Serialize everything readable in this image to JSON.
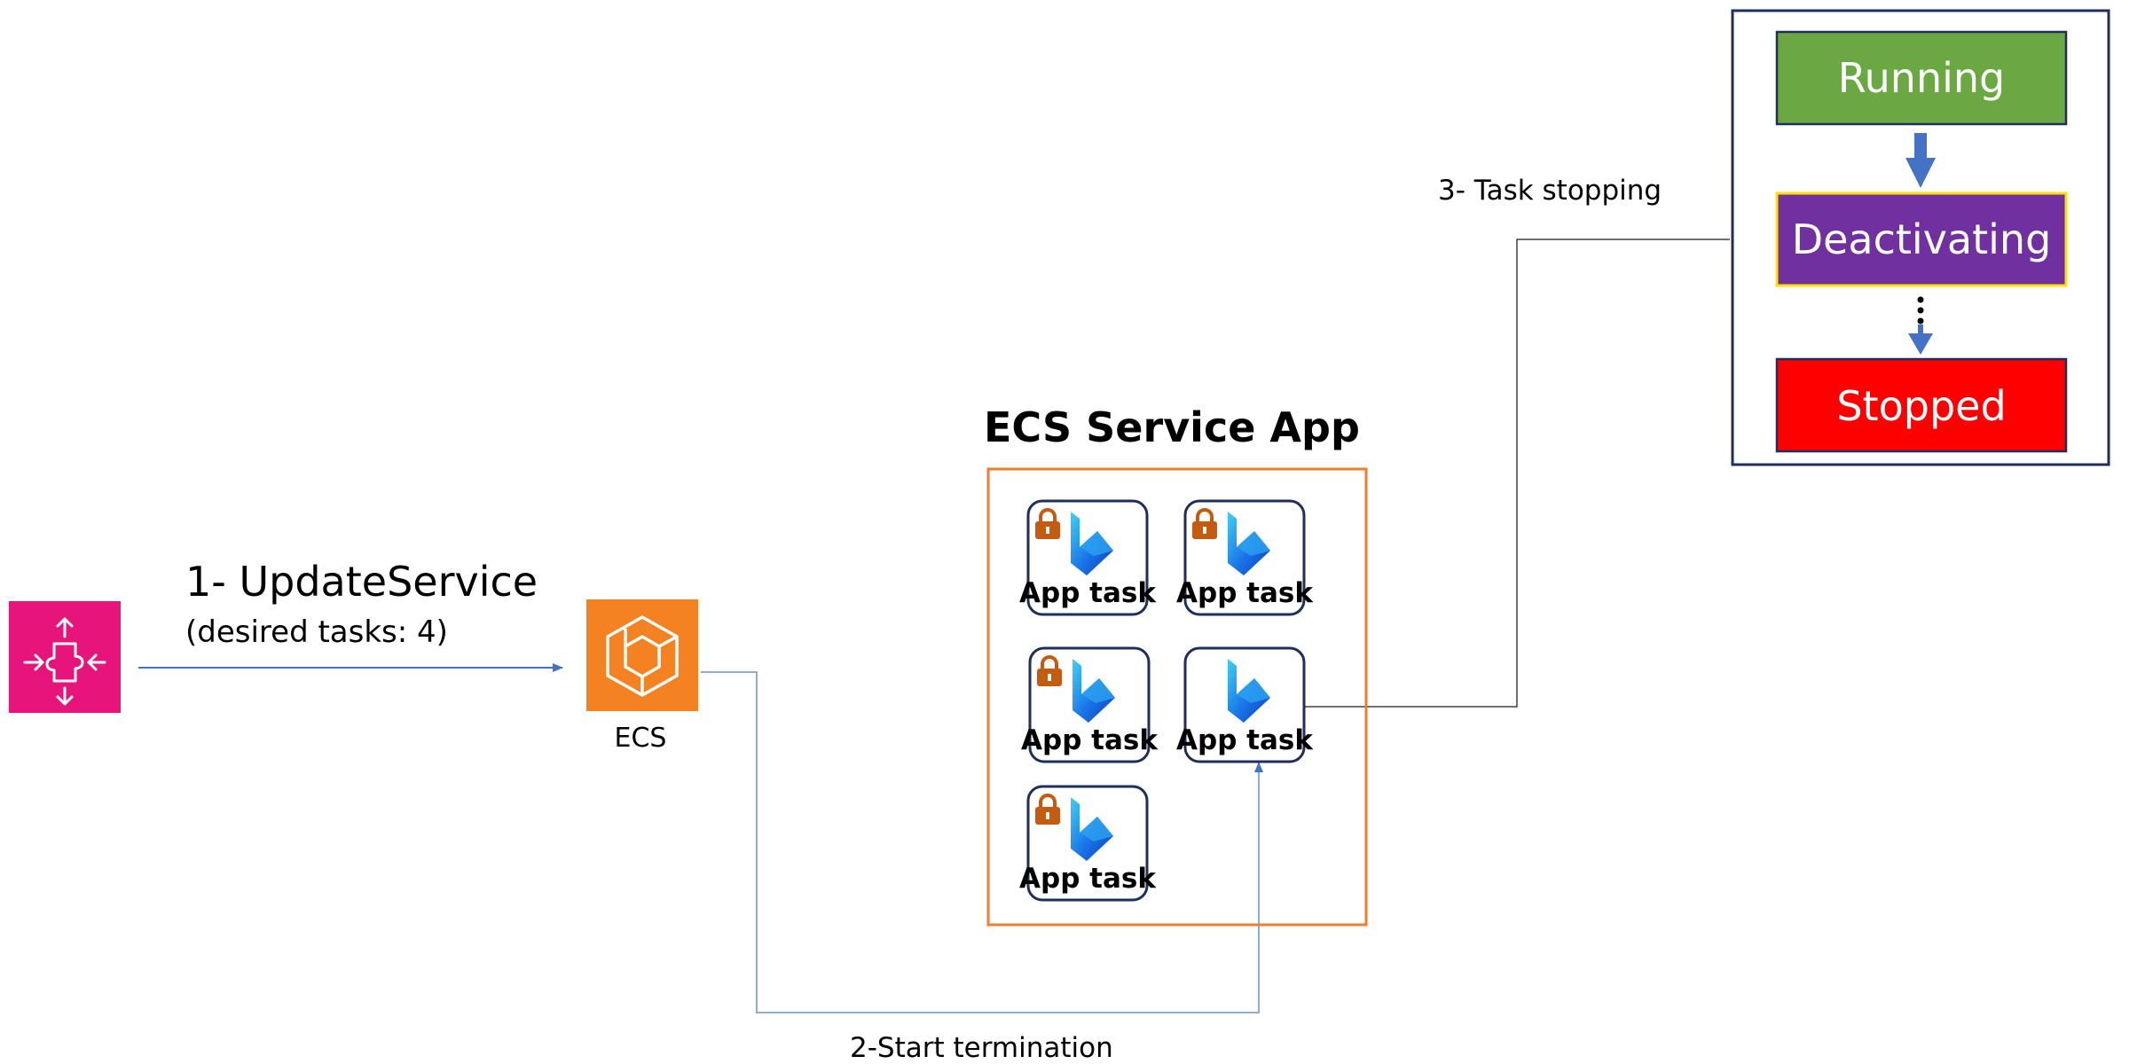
{
  "step1": {
    "title": "1- UpdateService",
    "subtitle": "(desired tasks: 4)"
  },
  "ecs": {
    "label": "ECS"
  },
  "service": {
    "title": "ECS Service App",
    "tasks": [
      {
        "label": "App task",
        "locked": true
      },
      {
        "label": "App task",
        "locked": true
      },
      {
        "label": "App task",
        "locked": true
      },
      {
        "label": "App task",
        "locked": false
      },
      {
        "label": "App task",
        "locked": true
      }
    ]
  },
  "step2": {
    "label": "2-Start termination"
  },
  "step3": {
    "label": "3- Task stopping"
  },
  "states": [
    {
      "label": "Running",
      "color": "#6aa842"
    },
    {
      "label": "Deactivating",
      "color": "#7030a0"
    },
    {
      "label": "Stopped",
      "color": "#ff0000"
    }
  ],
  "colors": {
    "caller_icon_bg": "#e7157b",
    "ecs_icon_bg": "#f58220",
    "service_border": "#ed7d31",
    "arrow": "#4472c4",
    "state_panel_border": "#1f2e5a"
  },
  "icons": {
    "caller": "api-gateway-icon",
    "ecs": "ecs-icon",
    "task": "app-task-icon",
    "lock": "lock-icon"
  }
}
